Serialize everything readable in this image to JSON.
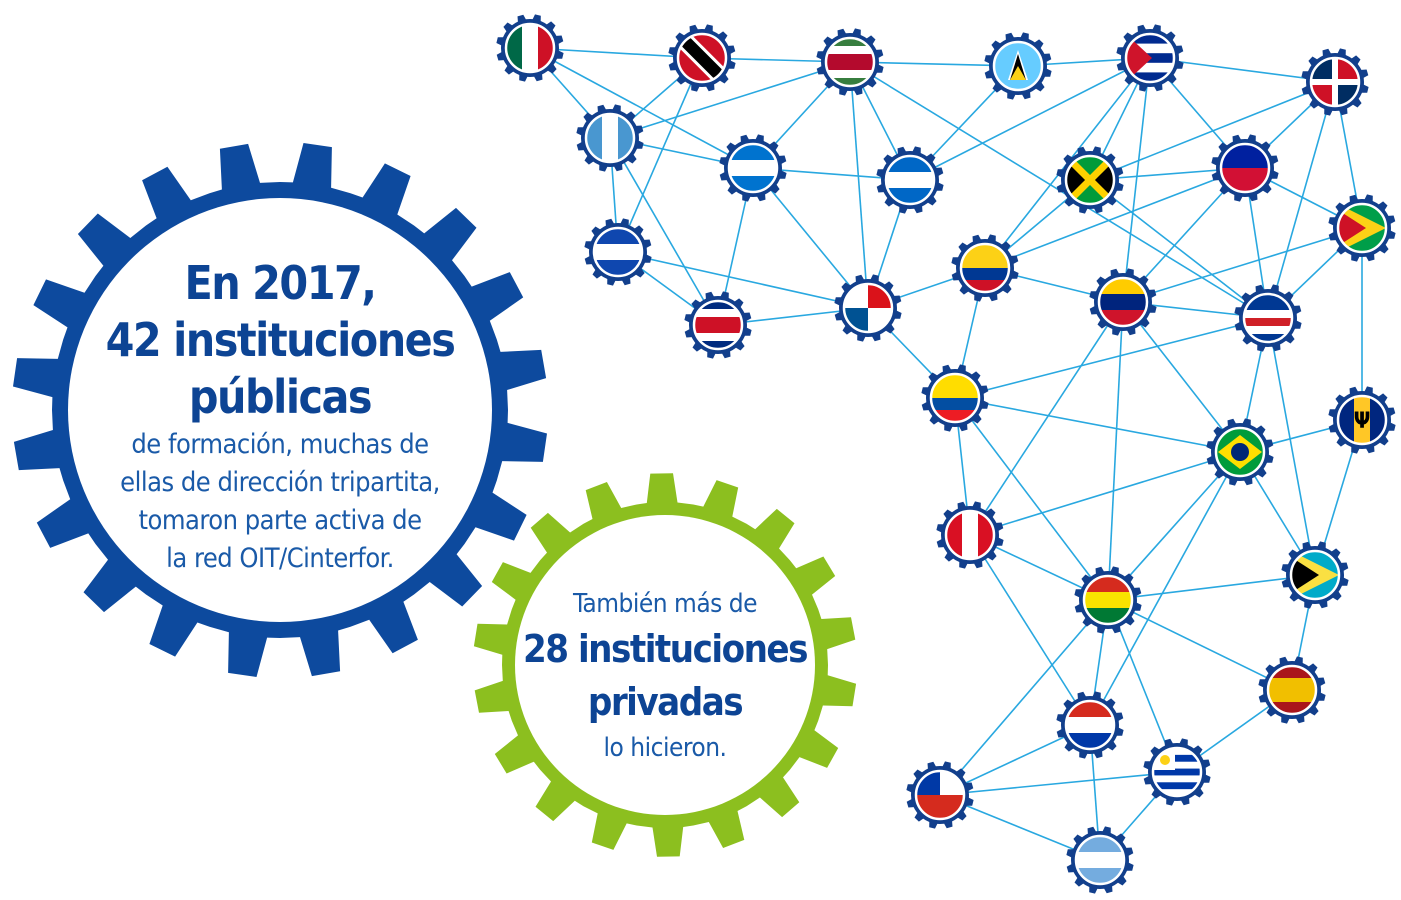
{
  "blue_gear": {
    "headline": [
      "En 2017,",
      "42 instituciones",
      "públicas"
    ],
    "body": [
      "de formación, muchas de",
      "ellas de dirección tripartita,",
      "tomaron parte activa de",
      "la red OIT/Cinterfor."
    ],
    "color": "#0d4a9e"
  },
  "green_gear": {
    "intro": "También más de",
    "headline": [
      "28 instituciones",
      "privadas"
    ],
    "outro": "lo hicieron.",
    "color": "#8cbf1f"
  },
  "network": {
    "line_color": "#29a8e0",
    "node_gear_color": "#123f8c",
    "flags": [
      {
        "icon": "flag-mexico-icon",
        "dir": "v",
        "colors": [
          "#006847",
          "#ffffff",
          "#ce1126"
        ]
      },
      {
        "icon": "flag-trinidad-tobago-icon",
        "dir": "d",
        "colors": [
          "#ce1126",
          "#000000",
          "#ffffff"
        ]
      },
      {
        "icon": "flag-suriname-icon",
        "dir": "h",
        "colors": [
          "#377e3f",
          "#ffffff",
          "#b40a2d",
          "#b40a2d",
          "#ffffff",
          "#377e3f"
        ]
      },
      {
        "icon": "flag-saint-lucia-icon",
        "dir": "h",
        "colors": [
          "#66ccff"
        ]
      },
      {
        "icon": "flag-cuba-icon",
        "dir": "h",
        "colors": [
          "#002a8f",
          "#ffffff",
          "#002a8f",
          "#ffffff",
          "#002a8f"
        ]
      },
      {
        "icon": "flag-dominican-republic-icon",
        "dir": "q",
        "colors": [
          "#002d62",
          "#ce1126"
        ]
      },
      {
        "icon": "flag-guatemala-icon",
        "dir": "v",
        "colors": [
          "#4997d0",
          "#ffffff",
          "#4997d0"
        ]
      },
      {
        "icon": "flag-honduras-icon",
        "dir": "h",
        "colors": [
          "#0073cf",
          "#ffffff",
          "#0073cf"
        ]
      },
      {
        "icon": "flag-nicaragua-icon",
        "dir": "h",
        "colors": [
          "#0067c6",
          "#ffffff",
          "#0067c6"
        ]
      },
      {
        "icon": "flag-jamaica-icon",
        "dir": "x",
        "colors": [
          "#009b3a",
          "#000000",
          "#fed100"
        ]
      },
      {
        "icon": "flag-haiti-icon",
        "dir": "h",
        "colors": [
          "#00209f",
          "#d21034"
        ]
      },
      {
        "icon": "flag-guyana-icon",
        "dir": "t",
        "colors": [
          "#009e49",
          "#fcd116",
          "#ce1126"
        ]
      },
      {
        "icon": "flag-el-salvador-icon",
        "dir": "h",
        "colors": [
          "#0f47af",
          "#ffffff",
          "#0f47af"
        ]
      },
      {
        "icon": "flag-costa-rica-icon",
        "dir": "h",
        "colors": [
          "#002b7f",
          "#ffffff",
          "#ce1126",
          "#ce1126",
          "#ffffff",
          "#002b7f"
        ]
      },
      {
        "icon": "flag-panama-icon",
        "dir": "q",
        "colors": [
          "#ffffff",
          "#da121a",
          "#005293",
          "#ffffff"
        ]
      },
      {
        "icon": "flag-colombia-icon",
        "dir": "h",
        "colors": [
          "#fcd116",
          "#fcd116",
          "#003893",
          "#ce1126"
        ]
      },
      {
        "icon": "flag-venezuela-icon",
        "dir": "h",
        "colors": [
          "#ffcc00",
          "#00247d",
          "#cf142b"
        ]
      },
      {
        "icon": "flag-cabo-verde-icon",
        "dir": "h",
        "colors": [
          "#003893",
          "#003893",
          "#ffffff",
          "#cf2027",
          "#ffffff",
          "#003893"
        ]
      },
      {
        "icon": "flag-barbados-icon",
        "dir": "v",
        "colors": [
          "#00267f",
          "#ffc726",
          "#00267f"
        ]
      },
      {
        "icon": "flag-ecuador-icon",
        "dir": "h",
        "colors": [
          "#ffdd00",
          "#ffdd00",
          "#034ea2",
          "#ed1c24"
        ]
      },
      {
        "icon": "flag-brazil-icon",
        "dir": "b",
        "colors": [
          "#009c3b",
          "#ffdf00",
          "#002776"
        ]
      },
      {
        "icon": "flag-peru-icon",
        "dir": "v",
        "colors": [
          "#d91023",
          "#ffffff",
          "#d91023"
        ]
      },
      {
        "icon": "flag-bahamas-icon",
        "dir": "t",
        "colors": [
          "#00abc9",
          "#fae042",
          "#000000"
        ]
      },
      {
        "icon": "flag-bolivia-icon",
        "dir": "h",
        "colors": [
          "#d52b1e",
          "#f9e300",
          "#007934"
        ]
      },
      {
        "icon": "flag-spain-icon",
        "dir": "h",
        "colors": [
          "#aa151b",
          "#f1bf00",
          "#f1bf00",
          "#aa151b"
        ]
      },
      {
        "icon": "flag-paraguay-icon",
        "dir": "h",
        "colors": [
          "#d52b1e",
          "#ffffff",
          "#0038a8"
        ]
      },
      {
        "icon": "flag-uruguay-icon",
        "dir": "h",
        "colors": [
          "#ffffff",
          "#0038a8",
          "#ffffff",
          "#0038a8",
          "#ffffff",
          "#0038a8",
          "#ffffff"
        ]
      },
      {
        "icon": "flag-chile-icon",
        "dir": "q",
        "colors": [
          "#0039a6",
          "#ffffff",
          "#d52b1e",
          "#d52b1e"
        ]
      },
      {
        "icon": "flag-argentina-icon",
        "dir": "h",
        "colors": [
          "#74acdf",
          "#ffffff",
          "#74acdf"
        ]
      }
    ]
  }
}
